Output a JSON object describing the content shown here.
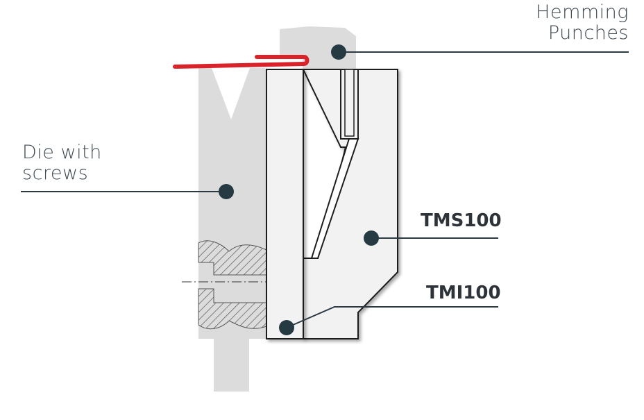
{
  "labels": {
    "hemming_punches": {
      "line1": "Hemming",
      "line2": "Punches"
    },
    "die_with_screws": {
      "line1": "Die with",
      "line2": "screws"
    },
    "tms100": "TMS100",
    "tmi100": "TMI100"
  },
  "colors": {
    "background_part": "#dcdcdc",
    "tool_fill": "#f2f2f2",
    "outline": "#1e1e1e",
    "sheet_metal": "#d9222a",
    "callout_line": "#2b3a42",
    "callout_dot": "#263a44",
    "hatch": "#555555"
  }
}
